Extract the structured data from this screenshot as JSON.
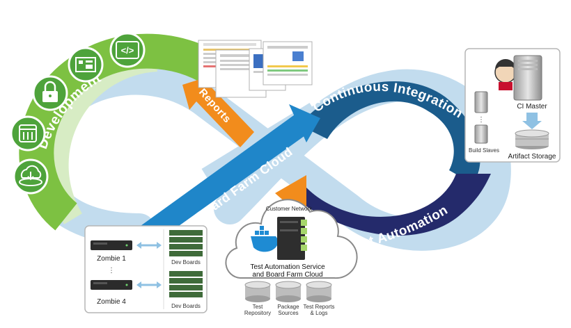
{
  "colors": {
    "development_green": "#7dc142",
    "dark_green": "#5a9e2b",
    "ci_blue": "#1b5c8c",
    "board_farm_blue": "#1f86c9",
    "test_automation_navy": "#242a6b",
    "reports_orange": "#f28c1c",
    "loop_light_blue": "#c2dcee"
  },
  "bands": {
    "development": "Development",
    "reports": "Reports",
    "board_farm_cloud": "Board Farm Cloud",
    "continuous_integration": "Continuous Integration",
    "test_automation": "Test Automation"
  },
  "development_icons": [
    "code-icon",
    "circuit-board-icon",
    "lock-icon",
    "database-icon",
    "cloud-download-icon"
  ],
  "ci_panel": {
    "master_label": "CI Master",
    "slaves_label": "Build Slaves",
    "storage_label": "Artifact Storage"
  },
  "board_panel": {
    "zombie_1": "Zombie 1",
    "zombie_4": "Zombie 4",
    "dev_boards_1": "Dev Boards",
    "dev_boards_2": "Dev Boards"
  },
  "cloud_panel": {
    "customer_network": "Customer Network",
    "service_label_line1": "Test Automation Service",
    "service_label_line2": "and Board Farm Cloud",
    "repos": [
      {
        "line1": "Test",
        "line2": "Repository"
      },
      {
        "line1": "Package",
        "line2": "Sources"
      },
      {
        "line1": "Test Reports",
        "line2": "& Logs"
      }
    ]
  }
}
